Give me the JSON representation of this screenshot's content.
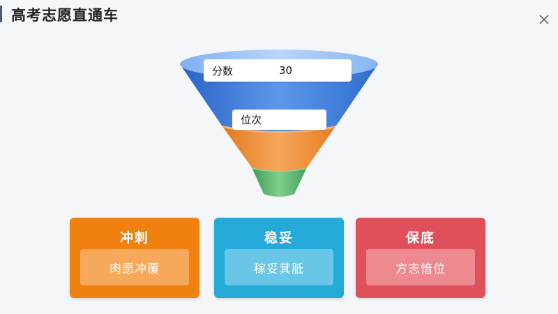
{
  "header": {
    "title": "高考志愿直通车"
  },
  "funnel": {
    "score_label": "分数",
    "score_value": "30",
    "rank_label": "位次",
    "colors": {
      "top": "#3e7ee0",
      "middle": "#ee8c2c",
      "bottom": "#5cb36e"
    }
  },
  "cards": [
    {
      "title": "冲刺",
      "subtitle": "肉愿冲覆",
      "color": "#f0800f"
    },
    {
      "title": "稳妥",
      "subtitle": "稼妥萁胝",
      "color": "#24a9d8"
    },
    {
      "title": "保底",
      "subtitle": "方志愔位",
      "color": "#e0505a"
    }
  ]
}
